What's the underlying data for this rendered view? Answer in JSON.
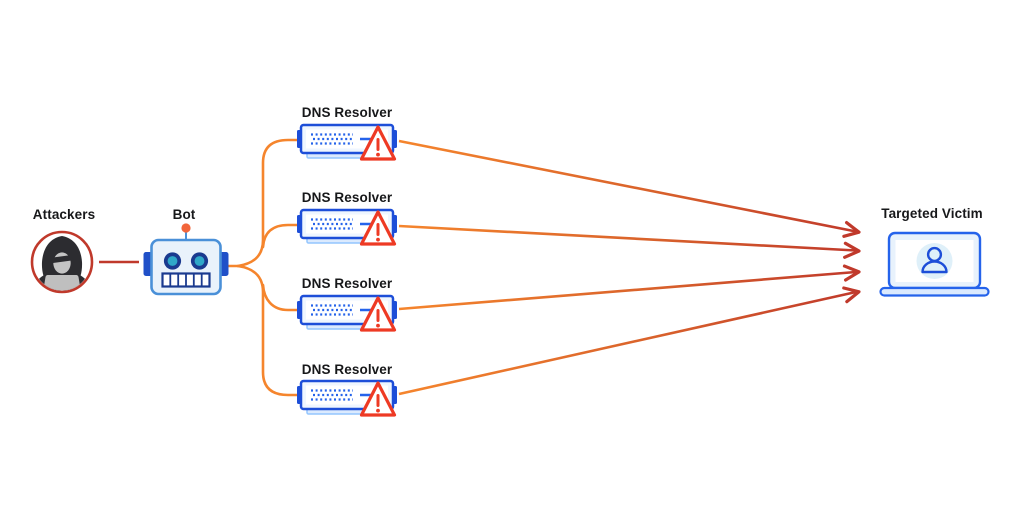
{
  "diagram": {
    "type": "network-attack-flow",
    "nodes": {
      "attacker": {
        "label": "Attackers",
        "icon": "hacker-icon"
      },
      "bot": {
        "label": "Bot",
        "icon": "robot-icon"
      },
      "resolvers": [
        {
          "label": "DNS Resolver",
          "icon": "server-icon",
          "badge": "warning-icon"
        },
        {
          "label": "DNS Resolver",
          "icon": "server-icon",
          "badge": "warning-icon"
        },
        {
          "label": "DNS Resolver",
          "icon": "server-icon",
          "badge": "warning-icon"
        },
        {
          "label": "DNS Resolver",
          "icon": "server-icon",
          "badge": "warning-icon"
        }
      ],
      "victim": {
        "label": "Targeted Victim",
        "icon": "laptop-user-icon"
      }
    },
    "edges": [
      {
        "from": "attacker",
        "to": "bot",
        "style": "plain",
        "color": "#C0392B"
      },
      {
        "from": "bot",
        "to": "resolver-1",
        "style": "plain",
        "color": "#F5852D"
      },
      {
        "from": "bot",
        "to": "resolver-2",
        "style": "plain",
        "color": "#F5852D"
      },
      {
        "from": "bot",
        "to": "resolver-3",
        "style": "plain",
        "color": "#F5852D"
      },
      {
        "from": "bot",
        "to": "resolver-4",
        "style": "plain",
        "color": "#F5852D"
      },
      {
        "from": "resolver-1",
        "to": "victim",
        "style": "arrow",
        "color": "#F5852D→#C0392B"
      },
      {
        "from": "resolver-2",
        "to": "victim",
        "style": "arrow",
        "color": "#F5852D→#C0392B"
      },
      {
        "from": "resolver-3",
        "to": "victim",
        "style": "arrow",
        "color": "#F5852D→#C0392B"
      },
      {
        "from": "resolver-4",
        "to": "victim",
        "style": "arrow",
        "color": "#F5852D→#C0392B"
      }
    ],
    "palette": {
      "background": "#FFFFFF",
      "label_text": "#17181A",
      "attack_red": "#C0392B",
      "link_orange": "#F5852D",
      "warning_red": "#EE3A24",
      "server_blue": "#1D4ED8",
      "server_fill": "#EFF6FF",
      "server_shadow": "#DBEAFE",
      "bot_border_blue": "#4A90D8",
      "bot_navy": "#1A3A8F",
      "bot_teal": "#2FA8C8",
      "bot_antenna_orange": "#F2653A",
      "victim_blue": "#2563EB",
      "victim_screen_fill": "#E8F2FC",
      "hacker_dark": "#2C2C30",
      "hacker_gray": "#C4C4C4"
    }
  }
}
